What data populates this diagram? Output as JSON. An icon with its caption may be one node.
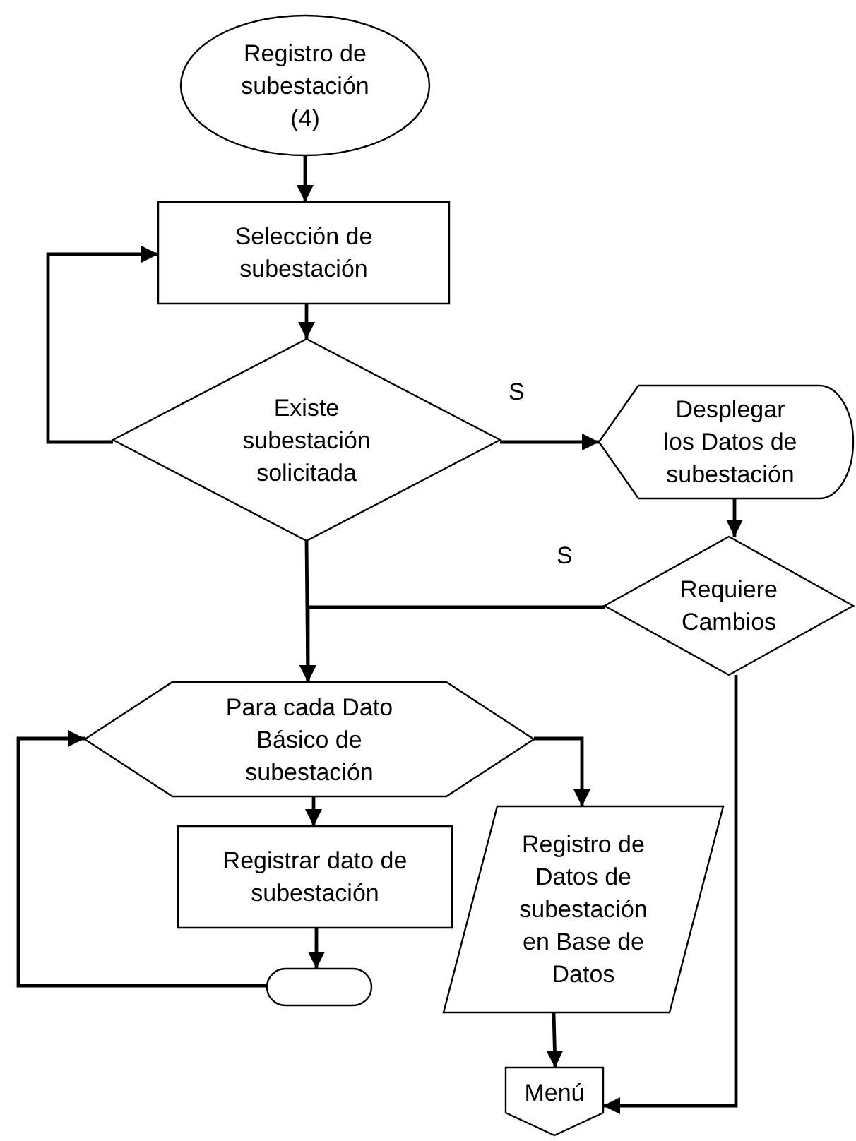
{
  "diagram": {
    "nodes": [
      {
        "text": [
          "Registro de subestación (4)"
        ]
      },
      {
        "text": [
          "Selección de subestación"
        ]
      },
      {
        "text": [
          "Existe subestación solicitada"
        ]
      },
      {
        "text": [
          "Desplegar los Datos de subestación"
        ]
      },
      {
        "text": [
          "Requiere Cambios"
        ]
      },
      {
        "text": [
          "Para cada Dato Básico de subestación"
        ]
      },
      {
        "text": [
          "Registrar dato  de subestación"
        ]
      },
      {
        "text": [],
        "shape": "terminator"
      },
      {
        "text": [
          "Registro de Datos de subestación en Base de Datos"
        ]
      },
      {
        "text": [
          "Menú"
        ]
      }
    ],
    "edges": [
      {
        "from": 0,
        "to": 1,
        "arrow": "to"
      },
      {
        "from": 1,
        "to": 2,
        "arrow": "to"
      },
      {
        "from": 2,
        "to": 3,
        "arrow": "to",
        "label": "S"
      },
      {
        "from": 2,
        "to": 1,
        "arrow": "to"
      },
      {
        "from": 2,
        "to": 5,
        "arrow": "to"
      },
      {
        "from": 3,
        "to": 4,
        "arrow": "to"
      },
      {
        "from": 4,
        "to": 5,
        "arrow": "to",
        "label": "S"
      },
      {
        "from": 4,
        "to": 9,
        "arrow": "to"
      },
      {
        "from": 5,
        "to": 6,
        "arrow": "to"
      },
      {
        "from": 6,
        "to": 7,
        "arrow": "to"
      },
      {
        "from": 7,
        "to": 5,
        "arrow": "to"
      },
      {
        "from": 5,
        "to": 8,
        "arrow": "to"
      },
      {
        "from": 8,
        "to": 9,
        "arrow": "to"
      }
    ]
  }
}
